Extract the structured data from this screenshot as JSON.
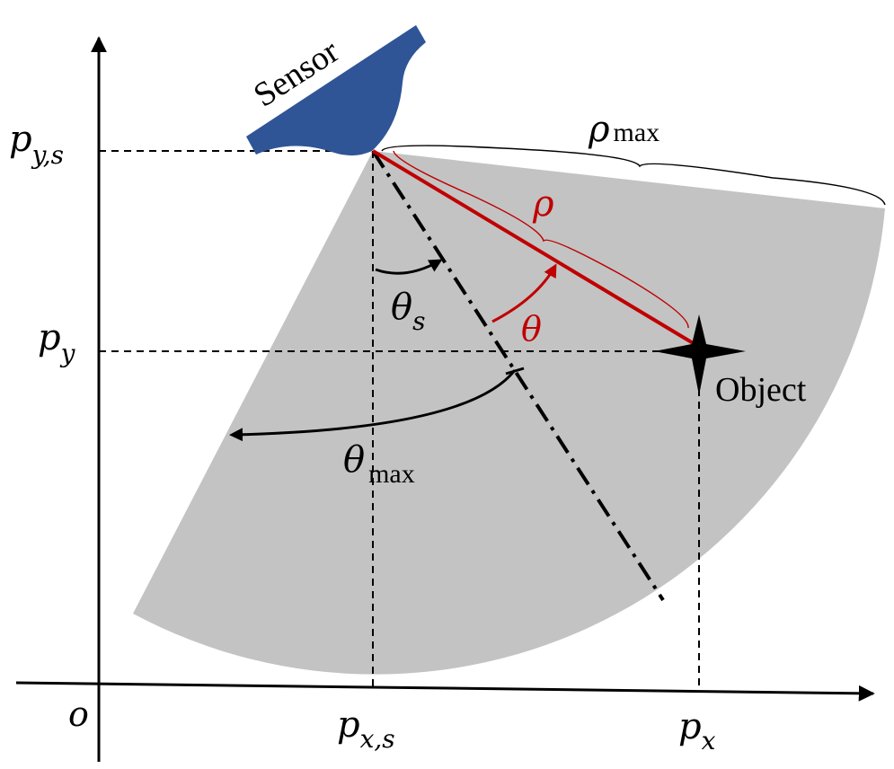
{
  "labels": {
    "sensor": "Sensor",
    "object": "Object",
    "origin": "o",
    "rho_max": {
      "base": "ρ",
      "sub": "max"
    },
    "rho": "ρ",
    "theta": "θ",
    "theta_s": {
      "base": "θ",
      "sub": "s"
    },
    "theta_max": {
      "base": "θ",
      "sub": "max"
    },
    "p_y_s": {
      "base": "p",
      "sub": "y,s"
    },
    "p_y": {
      "base": "p",
      "sub": "y"
    },
    "p_x_s": {
      "base": "p",
      "sub": "x,s"
    },
    "p_x": {
      "base": "p",
      "sub": "x"
    }
  },
  "colors": {
    "sector_fill": "#c3c3c3",
    "sensor_fill": "#2f5597",
    "rho_line": "#c00000",
    "axis": "#000000"
  }
}
